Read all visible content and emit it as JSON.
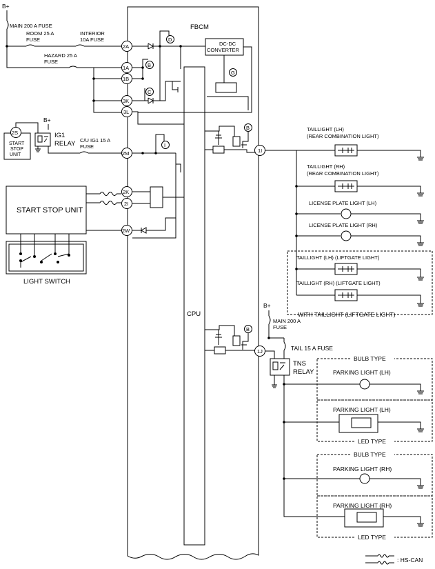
{
  "supply": {
    "b_plus": "B+"
  },
  "fbcm": {
    "title": "FBCM",
    "cpu": "CPU",
    "dcdc_line1": "DC-DC",
    "dcdc_line2": "CONVERTER"
  },
  "fuses": {
    "main_200a": "MAIN 200 A FUSE",
    "room_line1": "ROOM 25 A",
    "room_line2": "FUSE",
    "interior_line1": "INTERIOR",
    "interior_line2": "10A FUSE",
    "hazard_line1": "HAZARD 25 A",
    "hazard_line2": "FUSE",
    "cu_ig1_line1": "C/U IG1 15 A",
    "cu_ig1_line2": "FUSE",
    "main_200a_lower_line1": "MAIN 200 A",
    "main_200a_lower_line2": "FUSE",
    "tail_15a": "TAIL 15 A FUSE"
  },
  "connectors": {
    "c2A": "2A",
    "c1A": "1A",
    "c1B": "1B",
    "c3K": "3K",
    "c3L": "3L",
    "c2M": "2M",
    "c2K": "2K",
    "c2I": "2I",
    "c2W": "2W",
    "c1I": "1I",
    "c1J": "1J",
    "c2S": "2S"
  },
  "internal_labels": {
    "B": "B",
    "C": "C",
    "D": "D",
    "G": "G",
    "I": "I"
  },
  "relays": {
    "ig1_line1": "IG1",
    "ig1_line2": "RELAY",
    "tns_line1": "TNS",
    "tns_line2": "RELAY"
  },
  "units": {
    "start_stop_small_line1": "START",
    "start_stop_small_line2": "STOP",
    "start_stop_small_line3": "UNIT",
    "start_stop_unit": "START STOP UNIT",
    "light_switch": "LIGHT SWITCH"
  },
  "loads": {
    "taillight_lh_line1": "TAILLIGHT (LH)",
    "taillight_lh_line2": "(REAR COMBINATION LIGHT)",
    "taillight_rh_line1": "TAILLIGHT (RH)",
    "taillight_rh_line2": "(REAR COMBINATION LIGHT)",
    "license_lh": "LICENSE PLATE LIGHT (LH)",
    "license_rh": "LICENSE PLATE LIGHT (RH)",
    "taillight_lh_liftgate": "TAILLIGHT (LH) (LIFTGATE LIGHT)",
    "taillight_rh_liftgate": "TAILLIGHT (RH) (LIFTGATE LIGHT)",
    "with_taillight_liftgate": "WITH TAILLIGHT (LIFTGATE LIGHT)",
    "bulb_type": "BULB TYPE",
    "led_type": "LED TYPE",
    "parking_lh": "PARKING LIGHT (LH)",
    "parking_rh": "PARKING LIGHT (RH)"
  },
  "legend": {
    "hs_can": ": HS-CAN"
  }
}
